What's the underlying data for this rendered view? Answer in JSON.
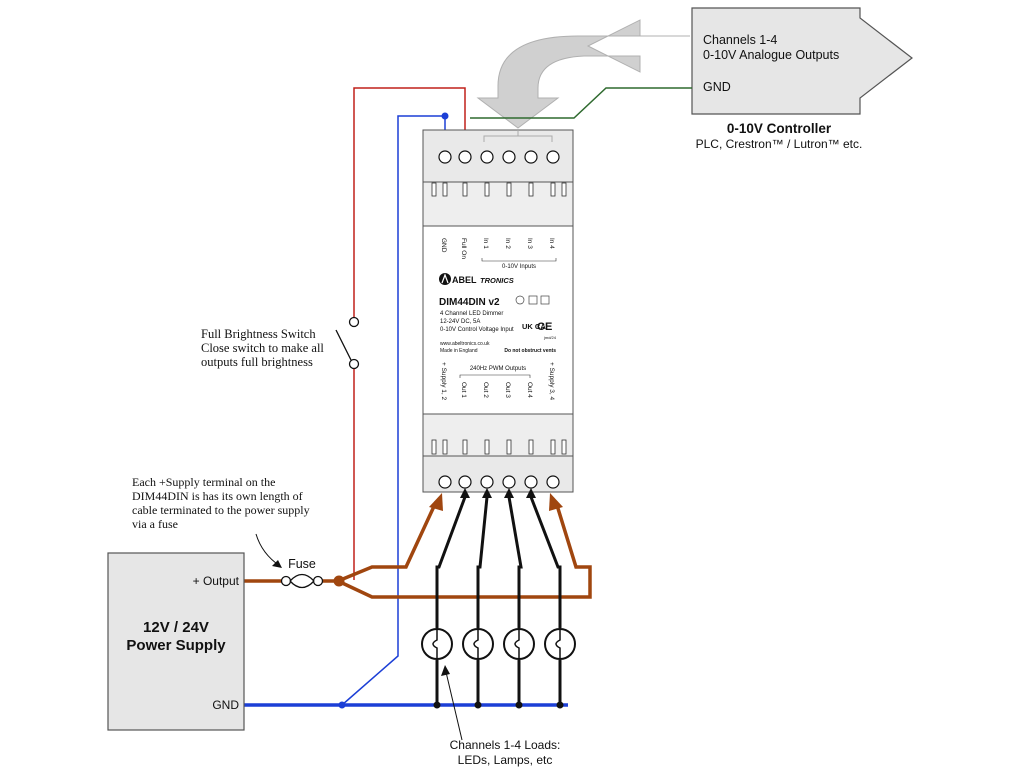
{
  "controller": {
    "line1": "Channels 1-4",
    "line2": "0-10V Analogue Outputs",
    "gnd": "GND",
    "title": "0-10V Controller",
    "subtitle": "PLC, Crestron™ / Lutron™ etc."
  },
  "power_supply": {
    "output_label": "+ Output",
    "gnd_label": "GND",
    "title_line1": "12V / 24V",
    "title_line2": "Power Supply"
  },
  "fuse_label": "Fuse",
  "switch_note": {
    "line1": "Full Brightness Switch",
    "line2": "Close switch to make all",
    "line3": "outputs full brightness"
  },
  "supply_note": {
    "line1": "Each +Supply terminal on the",
    "line2": "DIM44DIN is has its own length of",
    "line3": "cable terminated to the power supply",
    "line4": "via a fuse"
  },
  "loads_note": {
    "line1": "Channels 1-4 Loads:",
    "line2": "LEDs, Lamps, etc"
  },
  "module": {
    "top_labels": [
      "GND",
      "Full On",
      "In 1",
      "In 2",
      "In 3",
      "In 4"
    ],
    "inputs_caption": "0-10V Inputs",
    "brand_abel": "ABEL",
    "brand_tronics": "TRONICS",
    "model": "DIM44DIN v2",
    "desc1": "4 Channel LED Dimmer",
    "desc2": "12-24V DC, 5A",
    "desc3": "0-10V Control Voltage Input",
    "date_code": "jmd/24",
    "website": "www.abeltronics.co.uk",
    "made_in": "Made in England",
    "vents": "Do not obstruct vents",
    "pwm_caption": "240Hz PWM Outputs",
    "bottom_labels": [
      "+ Supply 1, 2",
      "Out 1",
      "Out 2",
      "Out 3",
      "Out 4",
      "+ Supply 3, 4"
    ],
    "ukca": "UK CA",
    "ce": "CE"
  },
  "colors": {
    "red": "#c0201a",
    "blue": "#1c3fd6",
    "green": "#2f6a2f",
    "brown": "#a0460f",
    "black": "#111111",
    "box_fill": "#e6e6e6",
    "arrow_fill": "#d0d0d0"
  }
}
